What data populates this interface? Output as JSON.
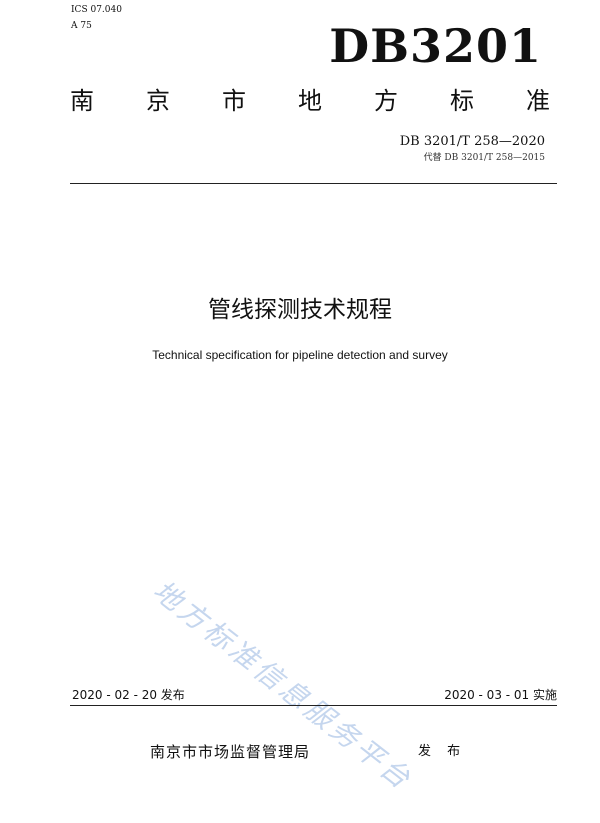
{
  "header": {
    "ics": "ICS  07.040",
    "classification": "A 75",
    "brand": "DB3201",
    "title_chars": [
      "南",
      "京",
      "市",
      "地",
      "方",
      "标",
      "准"
    ],
    "standard_number": "DB 3201/T 258—2020",
    "replaces": "代替 DB 3201/T 258—2015"
  },
  "document": {
    "title_cn": "管线探测技术规程",
    "title_en": "Technical specification for pipeline detection and survey"
  },
  "watermark": "地方标准信息服务平台",
  "footer": {
    "issue_date": "2020 - 02 - 20 发布",
    "implement_date": "2020 - 03 - 01 实施",
    "issuer": "南京市市场监督管理局",
    "publish": "发 布"
  }
}
